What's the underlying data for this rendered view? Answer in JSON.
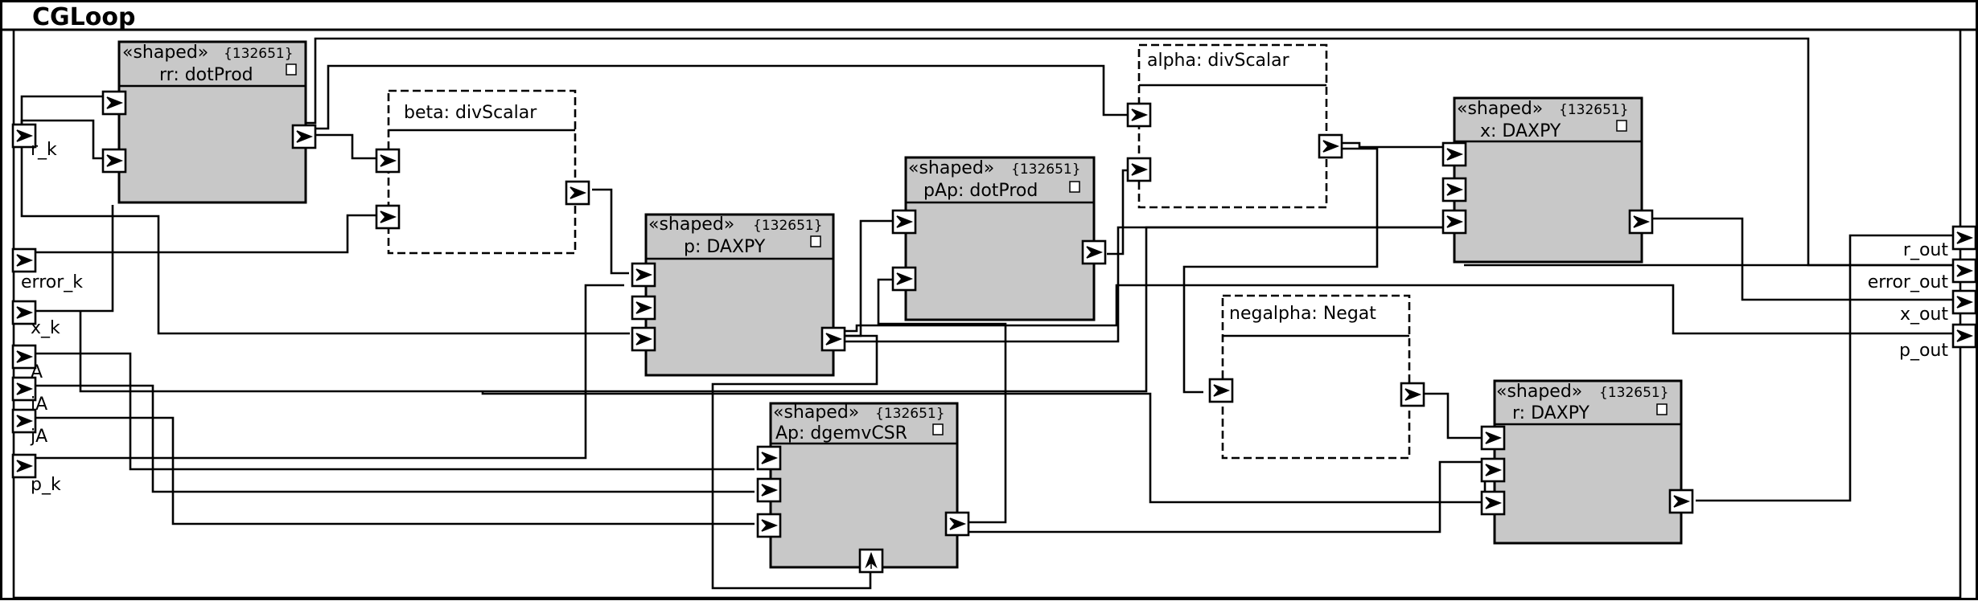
{
  "title": "CGLoop",
  "inputs": [
    {
      "id": "r_k",
      "label": "r_k"
    },
    {
      "id": "error_k",
      "label": "error_k"
    },
    {
      "id": "x_k",
      "label": "x_k"
    },
    {
      "id": "A",
      "label": "A"
    },
    {
      "id": "iA",
      "label": "iA"
    },
    {
      "id": "jA",
      "label": "jA"
    },
    {
      "id": "p_k",
      "label": "p_k"
    }
  ],
  "outputs": [
    {
      "id": "r_out",
      "label": "r_out"
    },
    {
      "id": "error_out",
      "label": "error_out"
    },
    {
      "id": "x_out",
      "label": "x_out"
    },
    {
      "id": "p_out",
      "label": "p_out"
    }
  ],
  "blocks": [
    {
      "id": "rr",
      "name": "rr: dotProd",
      "stereotype": "«shaped»",
      "tag": "{132651}",
      "shaped": true
    },
    {
      "id": "beta",
      "name": "beta: divScalar",
      "stereotype": "",
      "tag": "",
      "shaped": false
    },
    {
      "id": "p",
      "name": "p: DAXPY",
      "stereotype": "«shaped»",
      "tag": "{132651}",
      "shaped": true
    },
    {
      "id": "pAp",
      "name": "pAp: dotProd",
      "stereotype": "«shaped»",
      "tag": "{132651}",
      "shaped": true
    },
    {
      "id": "alpha",
      "name": "alpha: divScalar",
      "stereotype": "",
      "tag": "",
      "shaped": false
    },
    {
      "id": "x",
      "name": "x: DAXPY",
      "stereotype": "«shaped»",
      "tag": "{132651}",
      "shaped": true
    },
    {
      "id": "negalpha",
      "name": "negalpha: Negat",
      "stereotype": "",
      "tag": "",
      "shaped": false
    },
    {
      "id": "Ap",
      "name": "Ap: dgemvCSR",
      "stereotype": "«shaped»",
      "tag": "{132651}",
      "shaped": true
    },
    {
      "id": "r",
      "name": "r: DAXPY",
      "stereotype": "«shaped»",
      "tag": "{132651}",
      "shaped": true
    }
  ],
  "colors": {
    "shaped_fill": "#c8c8c8",
    "line": "#000000",
    "background": "#ffffff"
  }
}
